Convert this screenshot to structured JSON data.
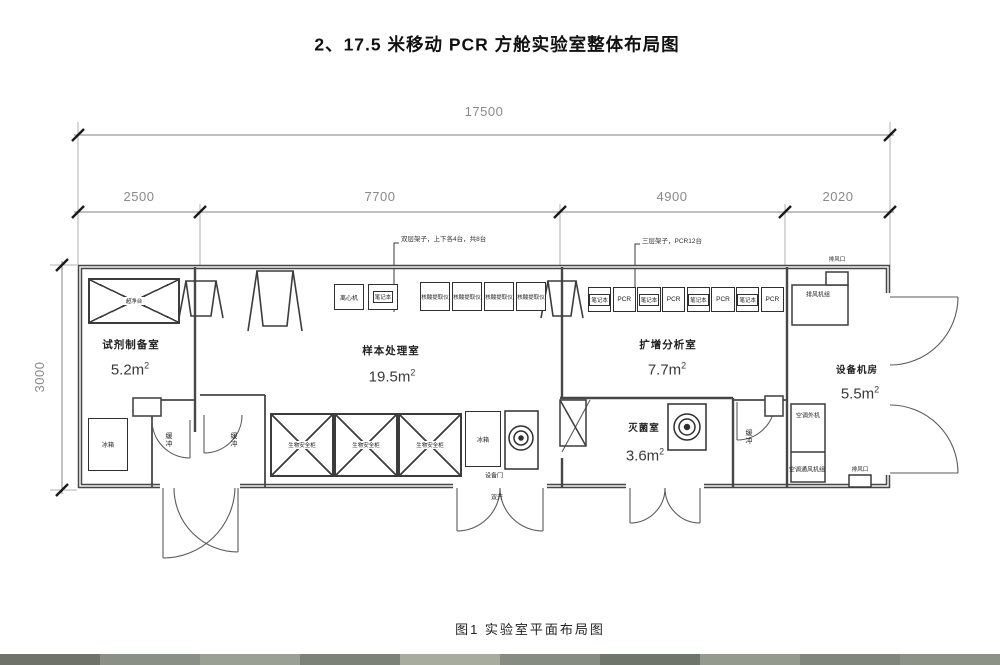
{
  "title": "2、17.5 米移动 PCR 方舱实验室整体布局图",
  "caption": "图1 实验室平面布局图",
  "dims": {
    "total": "17500",
    "seg1": "2500",
    "seg2": "7700",
    "seg3": "4900",
    "seg4": "2020",
    "height": "3000"
  },
  "annotations": {
    "left": "双层架子，上下各4台，共8台",
    "right": "三层架子，PCR12台"
  },
  "rooms": {
    "reagent": {
      "name": "试剂制备室",
      "area": "5.2m",
      "sup": "2"
    },
    "sample": {
      "name": "样本处理室",
      "area": "19.5m",
      "sup": "2"
    },
    "amplification": {
      "name": "扩增分析室",
      "area": "7.7m",
      "sup": "2"
    },
    "sterilization": {
      "name": "灭菌室",
      "area": "3.6m",
      "sup": "2"
    },
    "equipment_room": {
      "name": "设备机房",
      "area": "5.5m",
      "sup": "2"
    }
  },
  "equipment": {
    "clean_bench": "超净台",
    "centrifuge_box": "离心机",
    "laptop": "笔记本",
    "extractor": "核酸提取仪",
    "pcr": "PCR",
    "fridge": "冰箱",
    "bio_cabinet": "生物安全柜",
    "buffer": "缓冲",
    "vent_top": "排风口",
    "exhaust_unit": "排风机组",
    "ac_outdoor": "空调外机",
    "ac_vent": "空调通风机组",
    "vent_bottom": "排风口",
    "equip_door": "设备门",
    "equip_door_sub": "双开"
  },
  "footer_strip": {
    "colors": [
      "#6e7269",
      "#8b9086",
      "#9aa094",
      "#7d8278",
      "#a7ac9f",
      "#878c82",
      "#70756c",
      "#949a8e",
      "#81867c",
      "#8d9287"
    ]
  }
}
